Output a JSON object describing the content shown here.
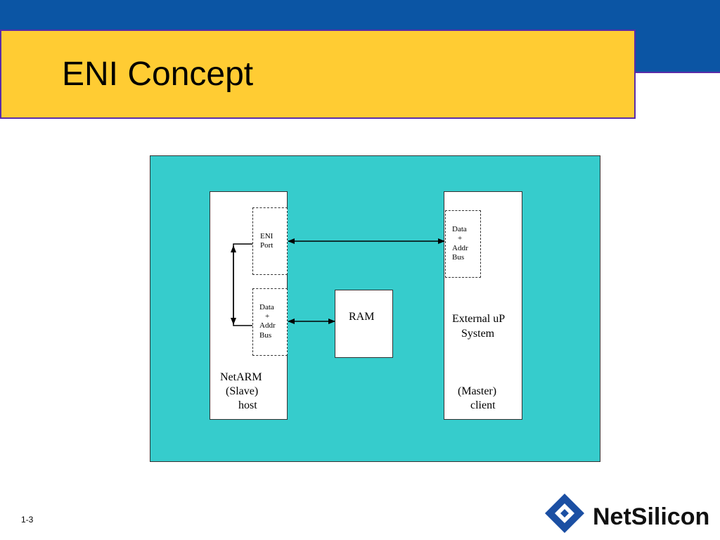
{
  "slide": {
    "title": "ENI Concept",
    "page_number": "1-3"
  },
  "diagram": {
    "netarm": {
      "line1": "NetARM",
      "line2": "(Slave)",
      "line3": "host"
    },
    "eni_port": {
      "line1": "ENI",
      "line2": "Port"
    },
    "netarm_bus": {
      "line1": "Data",
      "line2": "+",
      "line3": "Addr",
      "line4": "Bus"
    },
    "ram": {
      "label": "RAM"
    },
    "external": {
      "line1": "External uP",
      "line2": "System",
      "line3": "(Master)",
      "line4": "client"
    },
    "external_bus": {
      "line1": "Data",
      "line2": "+",
      "line3": "Addr",
      "line4": "Bus"
    }
  },
  "logo": {
    "text": "NetSilicon"
  },
  "colors": {
    "top_bar": "#0b55a4",
    "title_bar": "#ffcc33",
    "title_border": "#5a2ca8",
    "diagram_bg": "#36cccc",
    "logo_blue": "#1b4fa3"
  }
}
